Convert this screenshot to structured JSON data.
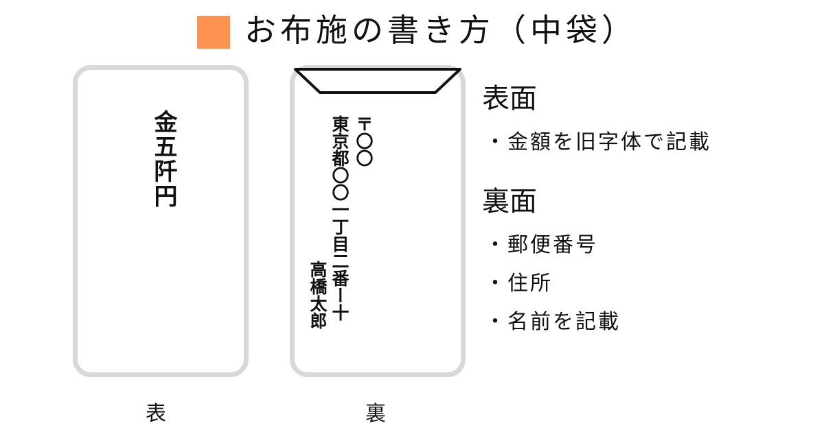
{
  "title": "お布施の書き方（中袋）",
  "colors": {
    "accent": "#fd9350",
    "envelope_border": "#d8d8d8"
  },
  "front": {
    "amount": "金五阡円",
    "caption": "表"
  },
  "back": {
    "postal": "〒〇〇",
    "address": "東京都〇〇一丁目二番ー十",
    "name": "高橋太郎",
    "caption": "裏"
  },
  "notes": {
    "front_heading": "表面",
    "front_items": [
      "・金額を旧字体で記載"
    ],
    "back_heading": "裏面",
    "back_items": [
      "・郵便番号",
      "・住所",
      "・名前を記載"
    ]
  }
}
